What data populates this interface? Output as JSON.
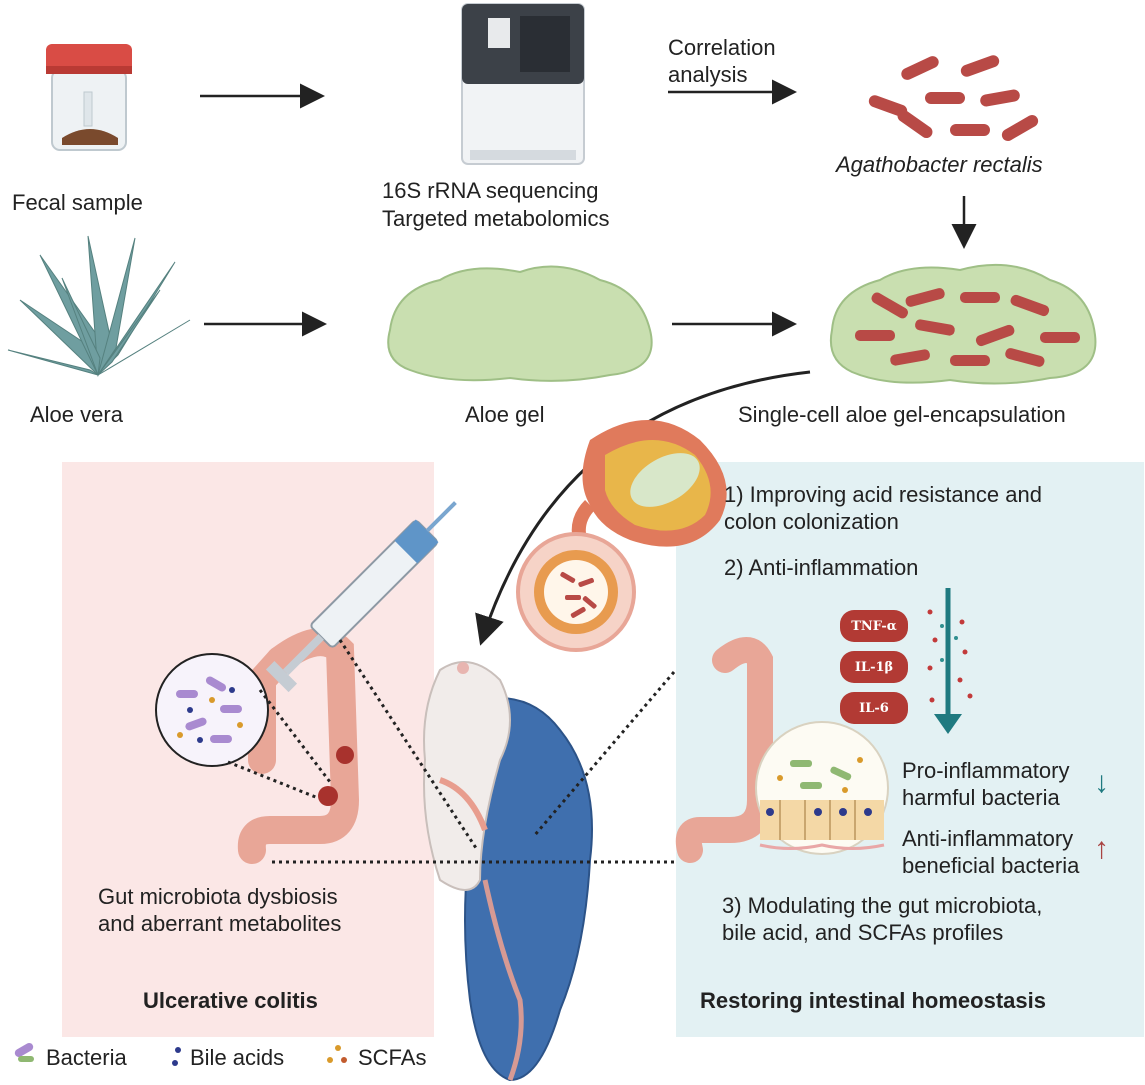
{
  "top_row": {
    "fecal_sample": "Fecal sample",
    "sequencing_line1": "16S rRNA sequencing",
    "sequencing_line2": "Targeted metabolomics",
    "correlation_line1": "Correlation",
    "correlation_line2": "analysis",
    "bacterium": "Agathobacter rectalis"
  },
  "middle_row": {
    "aloe_vera": "Aloe vera",
    "aloe_gel": "Aloe gel",
    "encapsulation": "Single-cell aloe gel-encapsulation"
  },
  "left_panel": {
    "dysbiosis_line1": "Gut microbiota dysbiosis",
    "dysbiosis_line2": "and aberrant metabolites",
    "title": "Ulcerative colitis"
  },
  "right_panel": {
    "item1_line1": "1) Improving acid resistance and",
    "item1_line2": "colon colonization",
    "item2": "2) Anti-inflammation",
    "cytokines": [
      "TNF-α",
      "IL-1β",
      "IL-6"
    ],
    "pro_line1": "Pro-inflammatory",
    "pro_line2": "harmful bacteria",
    "anti_line1": "Anti-inflammatory",
    "anti_line2": "beneficial bacteria",
    "item3_line1": "3) Modulating the gut microbiota,",
    "item3_line2": "bile acid, and SCFAs profiles",
    "title": "Restoring intestinal homeostasis",
    "down_arrow_glyph": "↓",
    "up_arrow_glyph": "↑"
  },
  "legend": {
    "bacteria": "Bacteria",
    "bile_acids": "Bile acids",
    "scfas": "SCFAs"
  },
  "colors": {
    "left_panel_bg": "#fbe7e6",
    "right_panel_bg": "#e3f1f3",
    "bacteria_red": "#b84a46",
    "aloe_gel_green": "#c9dfb0",
    "aloe_plant": "#6f9ea0",
    "colon_pink": "#e8a697",
    "glove_blue": "#3f6fae",
    "teal_arrow": "#1f7a80",
    "cytokine_red": "#b23a34"
  }
}
